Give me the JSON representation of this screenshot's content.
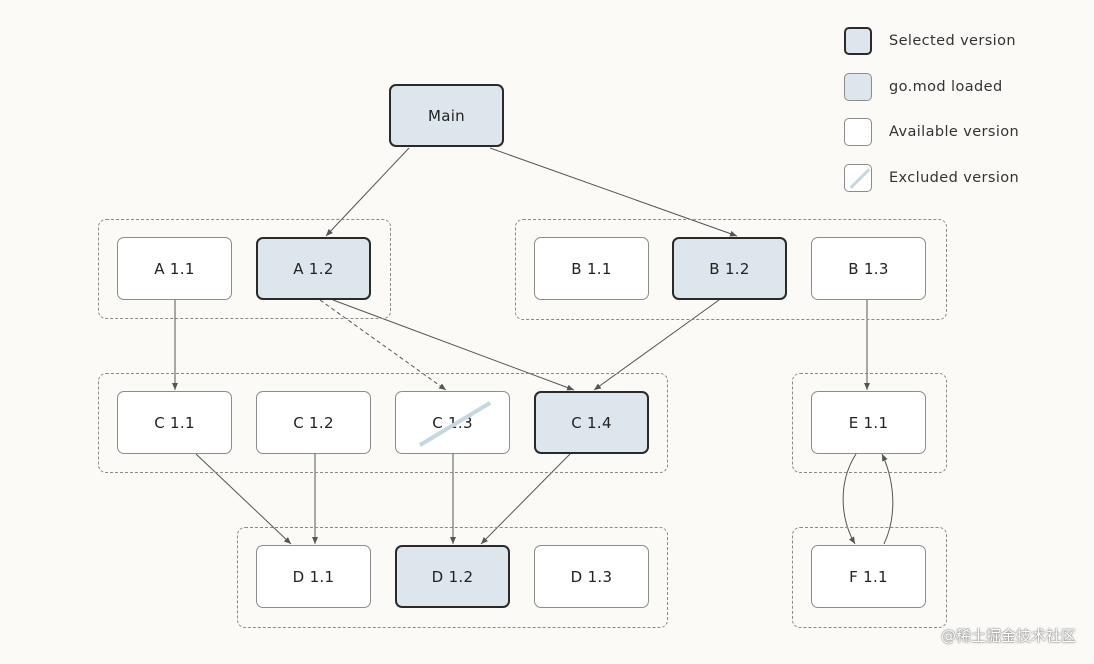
{
  "legend": {
    "selected": "Selected version",
    "loaded": "go.mod loaded",
    "available": "Available version",
    "excluded": "Excluded version"
  },
  "nodes": {
    "main": "Main",
    "a11": "A 1.1",
    "a12": "A 1.2",
    "b11": "B 1.1",
    "b12": "B 1.2",
    "b13": "B 1.3",
    "c11": "C 1.1",
    "c12": "C 1.2",
    "c13": "C 1.3",
    "c14": "C 1.4",
    "d11": "D 1.1",
    "d12": "D 1.2",
    "d13": "D 1.3",
    "e11": "E 1.1",
    "f11": "F 1.1"
  },
  "watermark": "@稀土掘金技术社区",
  "colors": {
    "loaded_fill": "#dce6ec",
    "edge": "#555555",
    "excluded_mark": "#c6d7e1"
  }
}
